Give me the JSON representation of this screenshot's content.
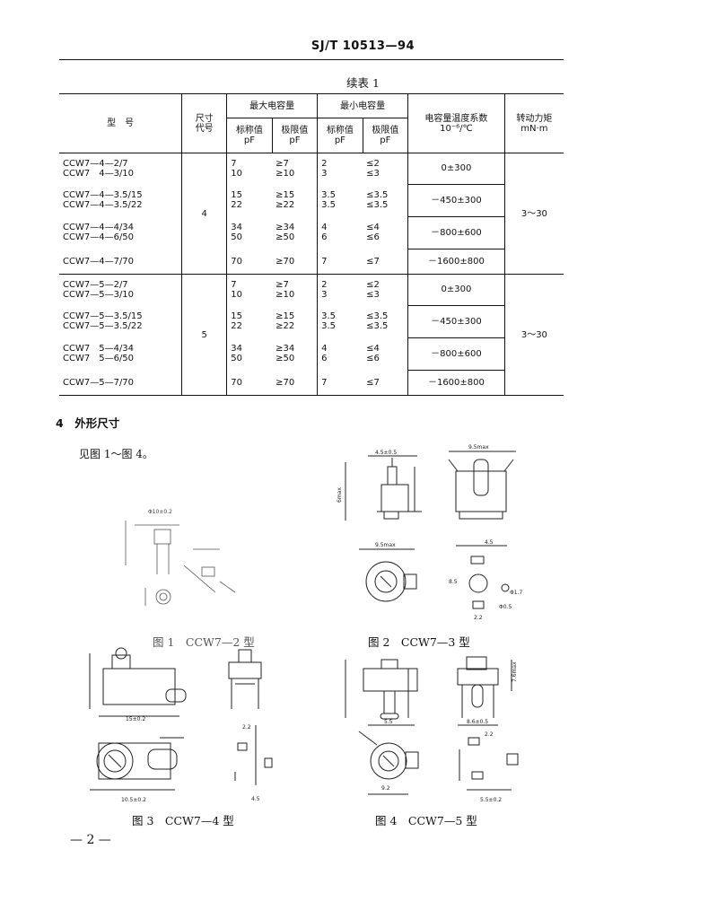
{
  "header": {
    "standard": "SJ/T 10513—94"
  },
  "table": {
    "caption": "续表 1",
    "headers": {
      "model": "型　号",
      "size_code": [
        "尺寸",
        "代号"
      ],
      "max_cap": "最大电容量",
      "min_cap": "最小电容量",
      "nominal": [
        "标称值",
        "pF"
      ],
      "limit": [
        "极限值",
        "pF"
      ],
      "temp_coef": [
        "电容量温度系数",
        "10⁻⁶/℃"
      ],
      "torque": [
        "转动力矩",
        "mN·m"
      ]
    },
    "groups": [
      {
        "size_code": "4",
        "torque": "3～30",
        "rows": [
          {
            "models": [
              "CCW7—4—2/7",
              "CCW7　4—3/10"
            ],
            "max_nom": [
              "7",
              "10"
            ],
            "max_lim": [
              "≥7",
              "≥10"
            ],
            "min_nom": [
              "2",
              "3"
            ],
            "min_lim": [
              "≤2",
              "≤3"
            ],
            "tc": "0±300"
          },
          {
            "models": [
              "CCW7—4—3.5/15",
              "CCW7—4—3.5/22"
            ],
            "max_nom": [
              "15",
              "22"
            ],
            "max_lim": [
              "≥15",
              "≥22"
            ],
            "min_nom": [
              "3.5",
              "3.5"
            ],
            "min_lim": [
              "≤3.5",
              "≤3.5"
            ],
            "tc": "－450±300"
          },
          {
            "models": [
              "CCW7—4—4/34",
              "CCW7—4—6/50"
            ],
            "max_nom": [
              "34",
              "50"
            ],
            "max_lim": [
              "≥34",
              "≥50"
            ],
            "min_nom": [
              "4",
              "6"
            ],
            "min_lim": [
              "≤4",
              "≤6"
            ],
            "tc": "－800±600"
          },
          {
            "models": [
              "CCW7—4—7/70"
            ],
            "max_nom": [
              "70"
            ],
            "max_lim": [
              "≥70"
            ],
            "min_nom": [
              "7"
            ],
            "min_lim": [
              "≤7"
            ],
            "tc": "－1600±800"
          }
        ]
      },
      {
        "size_code": "5",
        "torque": "3～30",
        "rows": [
          {
            "models": [
              "CCW7—5—2/7",
              "CCW7—5—3/10"
            ],
            "max_nom": [
              "7",
              "10"
            ],
            "max_lim": [
              "≥7",
              "≥10"
            ],
            "min_nom": [
              "2",
              "3"
            ],
            "min_lim": [
              "≤2",
              "≤3"
            ],
            "tc": "0±300"
          },
          {
            "models": [
              "CCW7—5—3.5/15",
              "CCW7—5—3.5/22"
            ],
            "max_nom": [
              "15",
              "22"
            ],
            "max_lim": [
              "≥15",
              "≥22"
            ],
            "min_nom": [
              "3.5",
              "3.5"
            ],
            "min_lim": [
              "≤3.5",
              "≤3.5"
            ],
            "tc": "－450±300"
          },
          {
            "models": [
              "CCW7　5—4/34",
              "CCW7　5—6/50"
            ],
            "max_nom": [
              "34",
              "50"
            ],
            "max_lim": [
              "≥34",
              "≥50"
            ],
            "min_nom": [
              "4",
              "6"
            ],
            "min_lim": [
              "≤4",
              "≤6"
            ],
            "tc": "－800±600"
          },
          {
            "models": [
              "CCW7—5—7/70"
            ],
            "max_nom": [
              "70"
            ],
            "max_lim": [
              "≥70"
            ],
            "min_nom": [
              "7"
            ],
            "min_lim": [
              "≤7"
            ],
            "tc": "－1600±800"
          }
        ]
      }
    ]
  },
  "section": {
    "title": "4　外形尺寸",
    "body": "见图 1～图 4。"
  },
  "figures": {
    "fig1": "图 1　CCW7—2 型",
    "fig2": "图 2　CCW7—3 型",
    "fig3": "图 3　CCW7—4 型",
    "fig4": "图 4　CCW7—5 型"
  },
  "dims": {
    "f2a": "4.5±0.5",
    "f2b": "9.5max",
    "f2c": "9.5max",
    "f2d": "4.5",
    "f2e": "2.2",
    "f2f": "8.5",
    "f2g": "Φ1.7",
    "f2h": "Φ0.5",
    "f2i": "6max",
    "f3a": "15±0.2",
    "f3b": "10.5±0.2",
    "f3c": "4.5",
    "f3d": "2.2",
    "f4a": "5.5",
    "f4b": "8.6±0.5",
    "f4c": "5.5±0.2",
    "f4d": "9.2",
    "f4e": "2.2",
    "f4f": "7.6max",
    "f1a": "Φ10±0.2"
  },
  "page_number": "— 2 —"
}
